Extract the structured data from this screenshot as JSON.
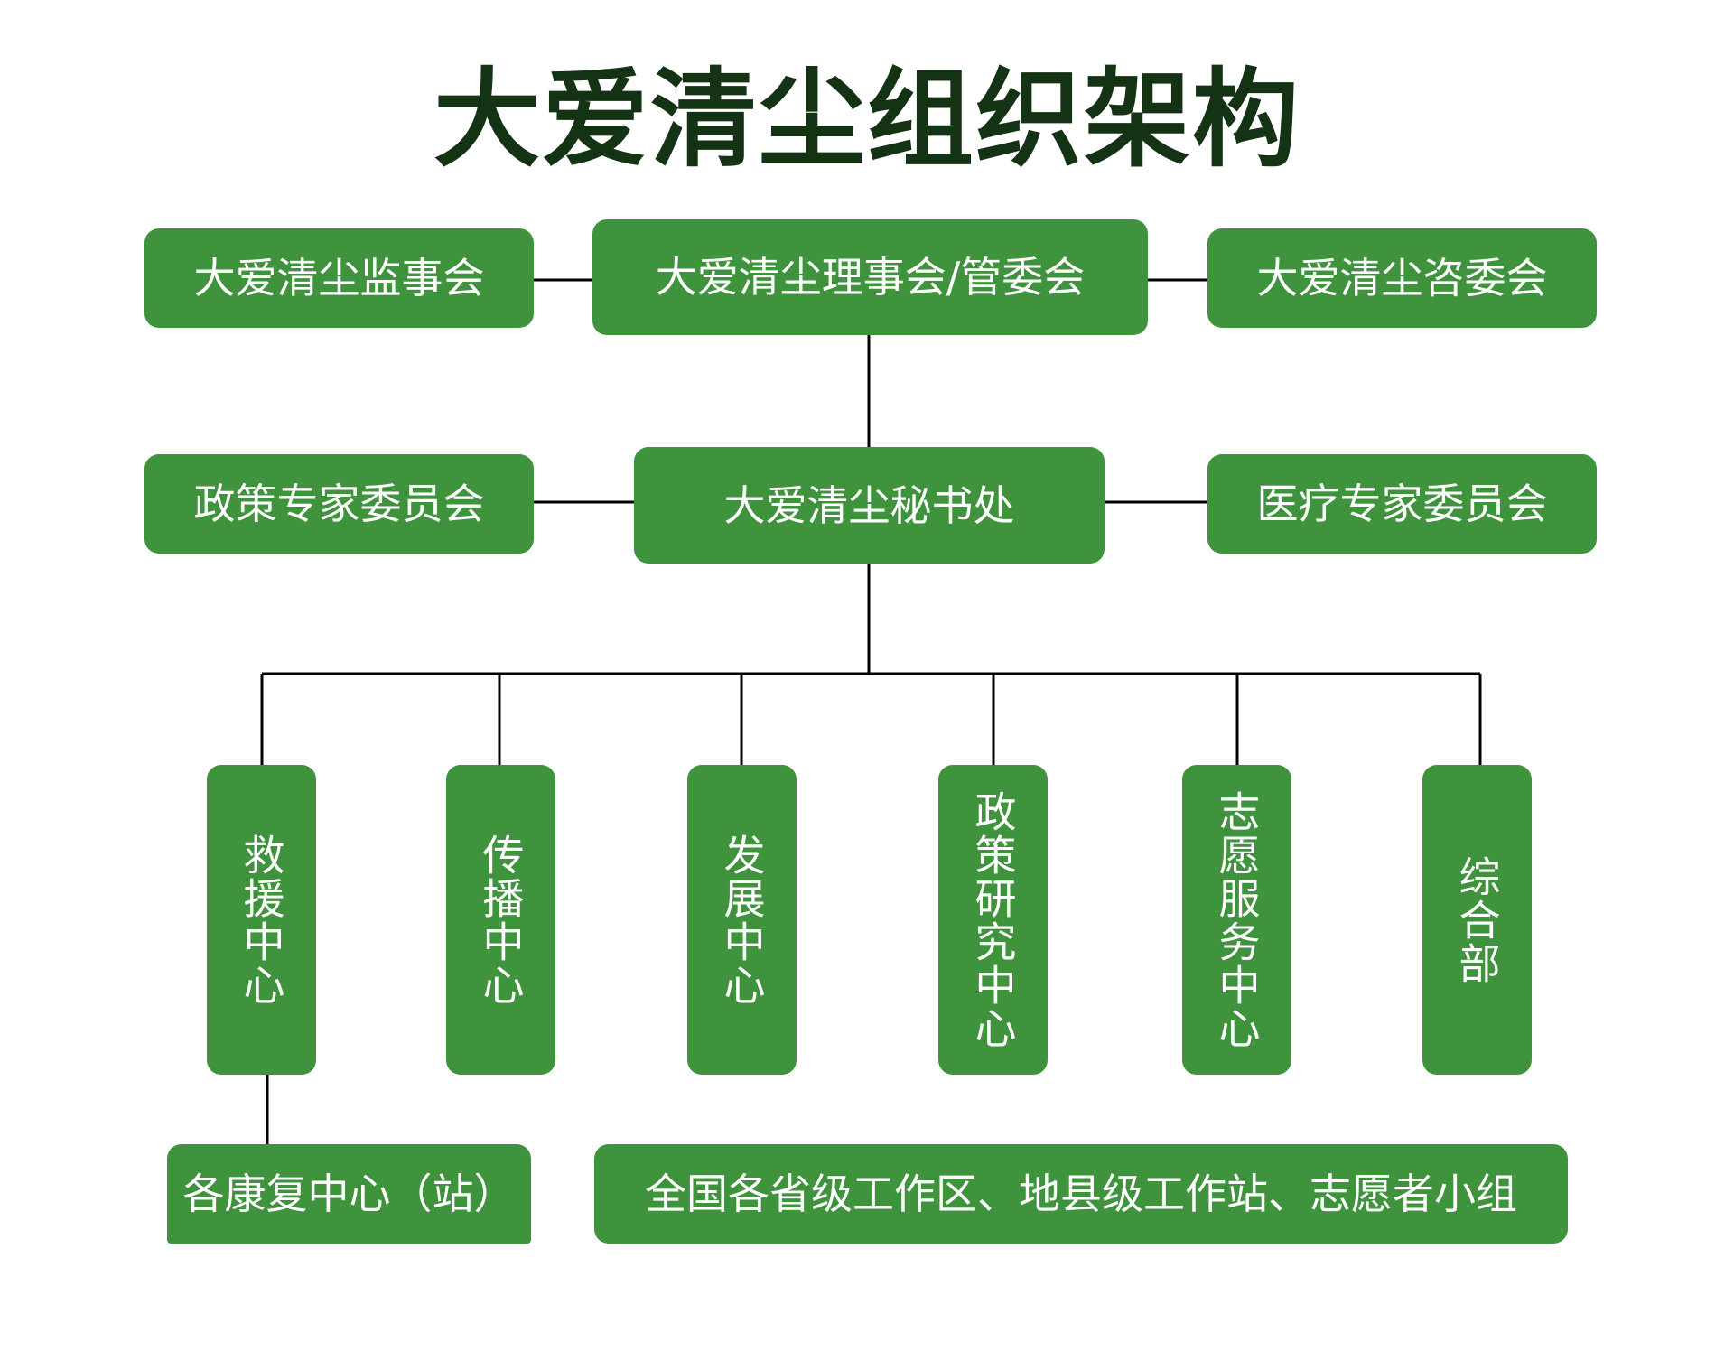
{
  "title": "大爱清尘组织架构",
  "top_row": {
    "left": "大爱清尘监事会",
    "center": "大爱清尘理事会/管委会",
    "right": "大爱清尘咨委会"
  },
  "second_row": {
    "left": "政策专家委员会",
    "center": "大爱清尘秘书处",
    "right": "医疗专家委员会"
  },
  "departments": [
    {
      "label": "救援中心"
    },
    {
      "label": "传播中心"
    },
    {
      "label": "发展中心"
    },
    {
      "label": "政策研究中心"
    },
    {
      "label": "志愿服务中心"
    },
    {
      "label": "综合部"
    }
  ],
  "bottom_row": {
    "left": "各康复中心（站）",
    "right": "全国各省级工作区、地县级工作站、志愿者小组"
  },
  "colors": {
    "box_fill": "#3f933c",
    "title_text": "#143214",
    "line": "#000000"
  }
}
